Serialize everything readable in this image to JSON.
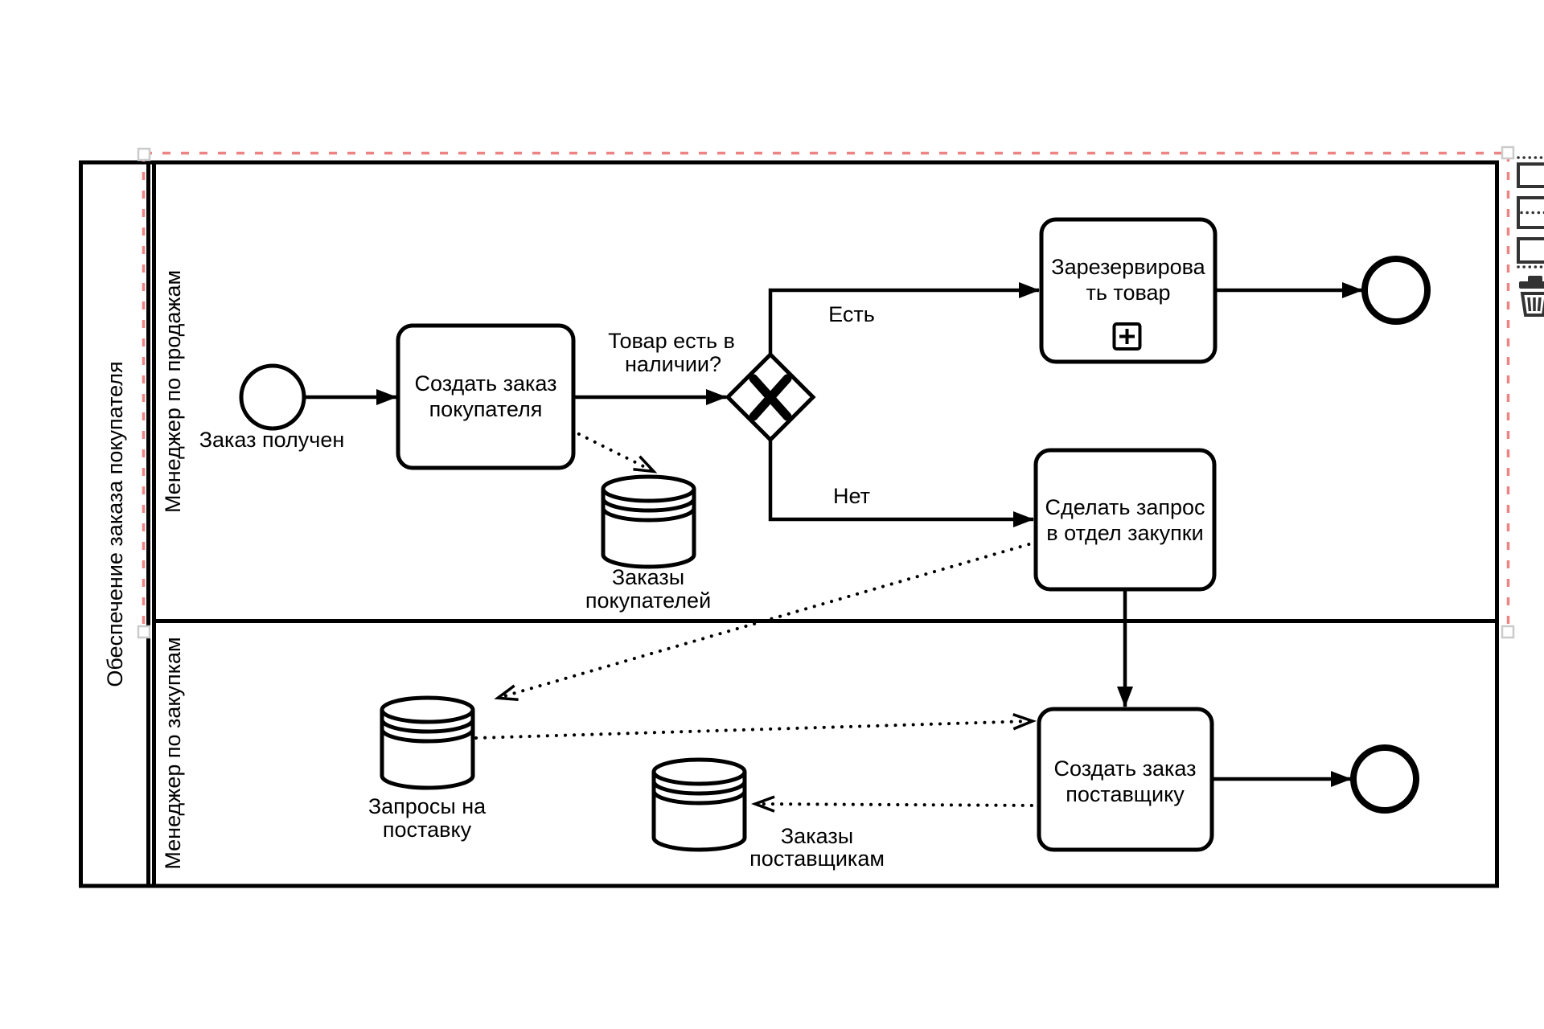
{
  "canvas": {
    "background": "#ffffff",
    "stroke_color": "#000000"
  },
  "pool": {
    "label": "Обеспечение заказа покупателя",
    "lanes": [
      {
        "label": "Менеджер по продажам"
      },
      {
        "label": "Менеджер по закупкам"
      }
    ]
  },
  "nodes": {
    "start_event": {
      "label": "Заказ получен"
    },
    "task_create_customer_order": {
      "line1": "Создать заказ",
      "line2": "покупателя"
    },
    "gateway_stock": {
      "question_line1": "Товар есть в",
      "question_line2": "наличии?",
      "yes_label": "Есть",
      "no_label": "Нет",
      "marker": "X"
    },
    "task_reserve_goods": {
      "line1": "Зарезервирова",
      "line2": "ть товар",
      "marker": "subprocess-plus"
    },
    "task_request_purchasing": {
      "line1": "Сделать запрос",
      "line2": "в отдел закупки"
    },
    "task_create_supplier_order": {
      "line1": "Создать заказ",
      "line2": "поставщику"
    },
    "datastore_customer_orders": {
      "line1": "Заказы",
      "line2": "покупателей"
    },
    "datastore_supply_requests": {
      "line1": "Запросы на",
      "line2": "поставку"
    },
    "datastore_supplier_orders": {
      "line1": "Заказы",
      "line2": "поставщикам"
    }
  },
  "selection": {
    "target": "lane-менеджер-по-продажам",
    "dash_color": "#ee8383",
    "handle_fill": "#ffffff",
    "handle_border": "#cbcbcb"
  },
  "context_pad": {
    "icon_color": "#333333",
    "icons": [
      {
        "name": "add-lane-above-icon"
      },
      {
        "name": "divide-lane-icon"
      },
      {
        "name": "add-lane-below-icon"
      },
      {
        "name": "trash-icon"
      }
    ]
  }
}
